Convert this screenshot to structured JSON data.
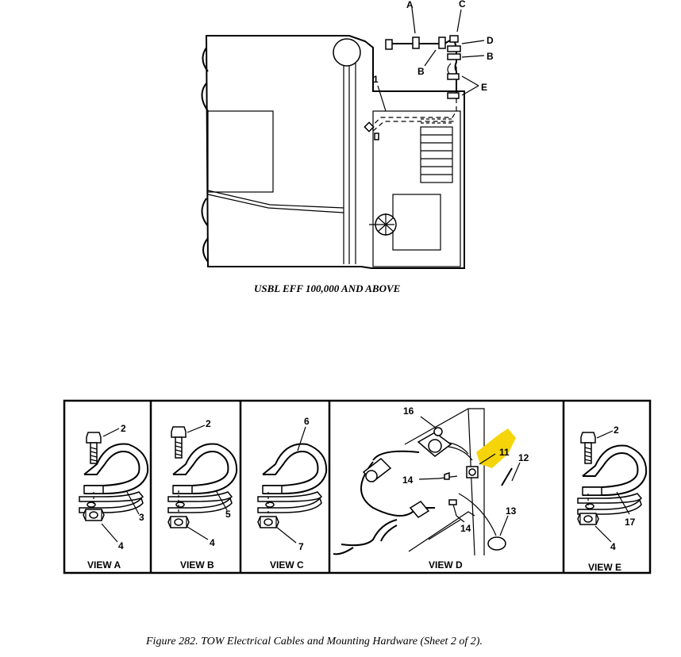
{
  "top_view": {
    "callouts": {
      "A": "A",
      "C": "C",
      "D": "D",
      "B_right": "B",
      "B_left": "B",
      "E": "E",
      "one": "1"
    },
    "usbl_label": "USBL EFF 100,000 AND ABOVE"
  },
  "views": [
    {
      "label": "VIEW A",
      "callouts": [
        "2",
        "3",
        "4"
      ]
    },
    {
      "label": "VIEW B",
      "callouts": [
        "2",
        "5",
        "4"
      ]
    },
    {
      "label": "VIEW C",
      "callouts": [
        "6",
        "7"
      ]
    },
    {
      "label": "VIEW D",
      "callouts": [
        "16",
        "11",
        "12",
        "14",
        "13",
        "14"
      ]
    },
    {
      "label": "VIEW E",
      "callouts": [
        "2",
        "17",
        "4"
      ]
    }
  ],
  "highlight_color": "#f5d50a",
  "caption": "Figure 282.  TOW Electrical Cables and Mounting Hardware (Sheet 2 of 2)."
}
